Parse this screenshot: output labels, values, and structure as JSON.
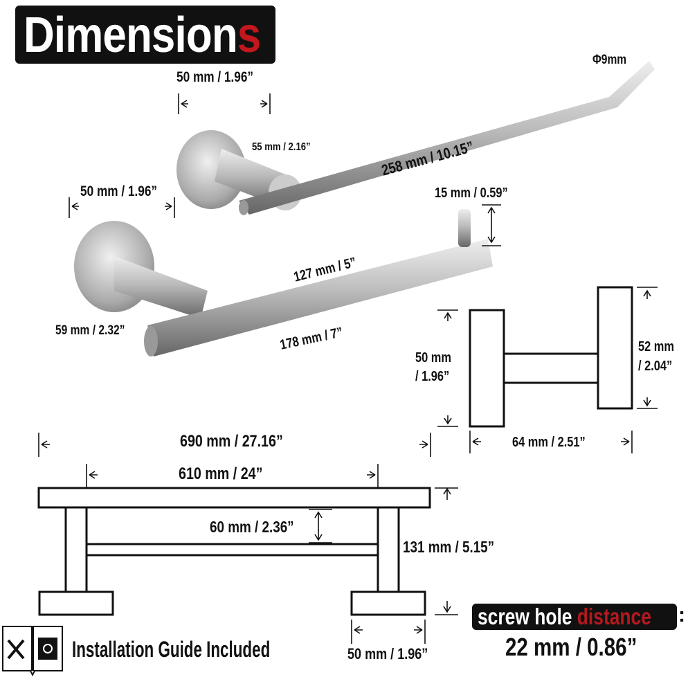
{
  "title": {
    "main": "Dimension",
    "accent": "s",
    "accent_color": "#c1171d"
  },
  "holder_top": {
    "base_width": "50 mm /  1.96”",
    "rod_diameter": "Φ9mm",
    "arm_length": "55 mm / 2.16”",
    "rod_length": "258 mm /  10.15”"
  },
  "holder_bottom": {
    "base_width": "50 mm /  1.96”",
    "tip_height": "15 mm / 0.59”",
    "inner_length": "127 mm /  5”",
    "arm_length": "59 mm /  2.32”",
    "total_length": "178 mm /  7”"
  },
  "side_view": {
    "left_height_line1": "50  mm",
    "left_height_line2": "/ 1.96”",
    "right_height_line1": "52  mm",
    "right_height_line2": "/ 2.04”",
    "depth": "64  mm / 2.51”"
  },
  "towel_bar": {
    "total_length": "690  mm / 27.16”",
    "inner_length": "610  mm / 24”",
    "bar_gap": "60  mm / 2.36”",
    "height": "131 mm / 5.15”",
    "base_width": "50  mm / 1.96”"
  },
  "install": {
    "label": "Installation Guide Included"
  },
  "screw": {
    "label_main": "screw hole ",
    "label_accent": "distance",
    "colon": ":",
    "value": "22 mm / 0.86”"
  }
}
